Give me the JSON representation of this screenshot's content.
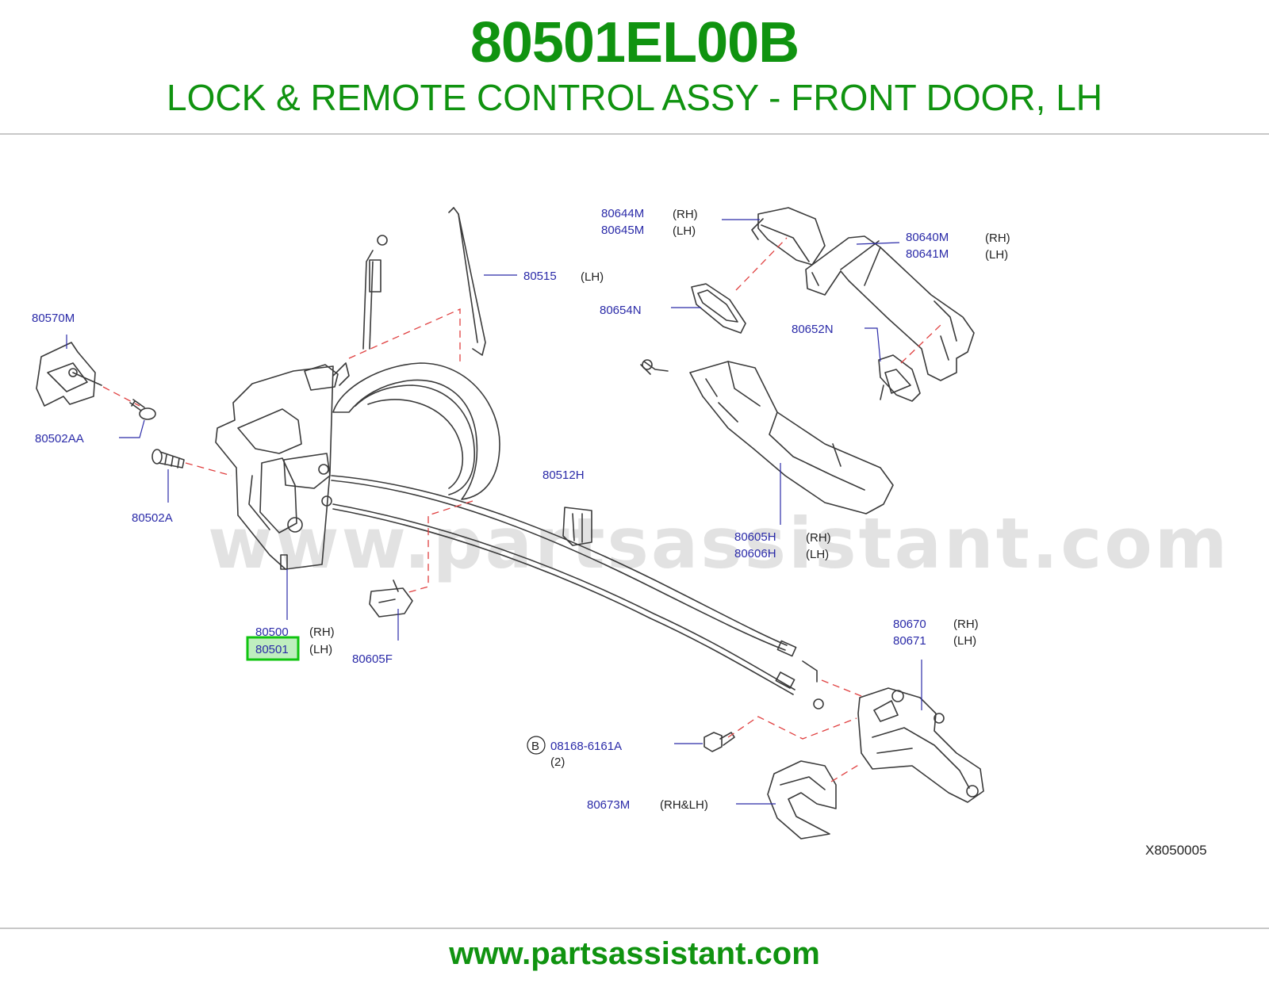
{
  "header": {
    "part_number": "80501EL00B",
    "description": "LOCK & REMOTE CONTROL ASSY - FRONT DOOR, LH"
  },
  "watermark": "www.partsassistant.com",
  "diagram": {
    "reference_code": "X8050005",
    "highlighted_part": "80501",
    "callouts": {
      "p80570M": "80570M",
      "p80502AA": "80502AA",
      "p80502A": "80502A",
      "p80515": "80515",
      "p80515_side": "(LH)",
      "p80644M": "80644M",
      "p80644M_side": "(RH)",
      "p80645M": "80645M",
      "p80645M_side": "(LH)",
      "p80640M": "80640M",
      "p80640M_side": "(RH)",
      "p80641M": "80641M",
      "p80641M_side": "(LH)",
      "p80654N": "80654N",
      "p80652N": "80652N",
      "p80512H": "80512H",
      "p80605H": "80605H",
      "p80605H_side": "(RH)",
      "p80606H": "80606H",
      "p80606H_side": "(LH)",
      "p80500": "80500",
      "p80500_side": "(RH)",
      "p80501": "80501",
      "p80501_side": "(LH)",
      "p80605F": "80605F",
      "p80670": "80670",
      "p80670_side": "(RH)",
      "p80671": "80671",
      "p80671_side": "(LH)",
      "bolt_mark": "B",
      "p08168": "08168-6161A",
      "p08168_qty": "(2)",
      "p80673M": "80673M",
      "p80673M_side": "(RH&LH)"
    }
  },
  "footer": {
    "url": "www.partsassistant.com"
  },
  "colors": {
    "title_green": "#109310",
    "part_number_blue": "#2a2aa8",
    "highlight_fill": "#bfeebf",
    "highlight_border": "#10c410",
    "assembly_dash": "#e04040"
  }
}
